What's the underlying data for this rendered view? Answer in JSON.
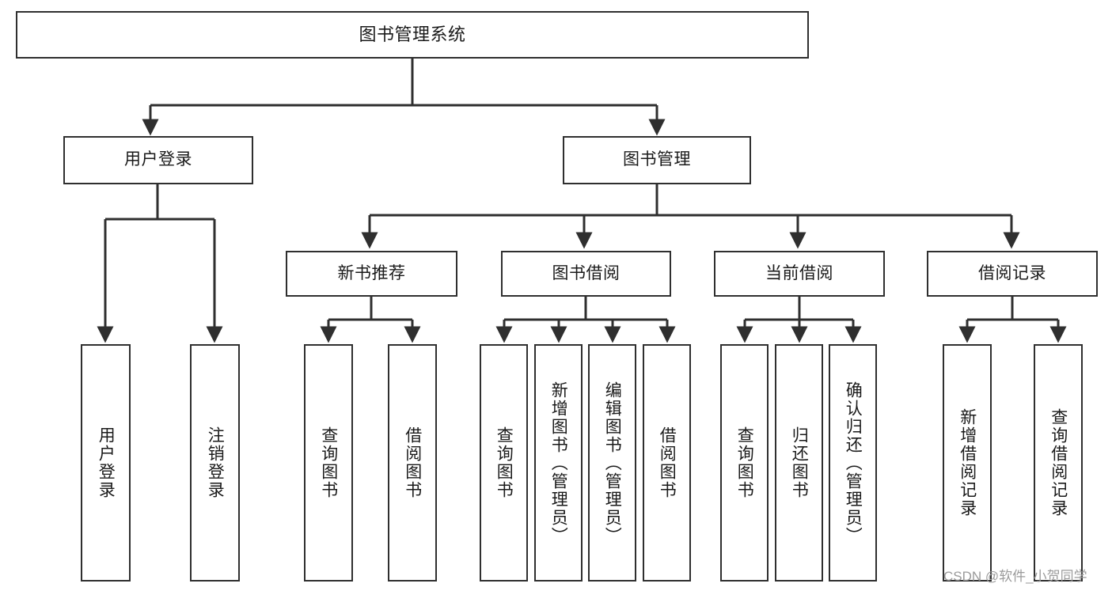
{
  "diagram": {
    "title": "图书管理系统",
    "type": "hierarchy-tree",
    "watermark": "CSDN @软件_小贺同学",
    "colors": {
      "box_border": "#2f2f2f",
      "box_fill": "#ffffff",
      "edge": "#2f2f2f",
      "text": "#1a1a1a",
      "watermark": "#9b9b9b"
    },
    "nodes": {
      "root": {
        "label": "图书管理系统",
        "level": 1,
        "orientation": "horizontal"
      },
      "l2": [
        {
          "id": "user-login",
          "label": "用户登录",
          "level": 2,
          "orientation": "horizontal"
        },
        {
          "id": "book-manage",
          "label": "图书管理",
          "level": 2,
          "orientation": "horizontal"
        }
      ],
      "l3": [
        {
          "id": "new-book-recommend",
          "label": "新书推荐",
          "level": 3,
          "orientation": "horizontal"
        },
        {
          "id": "book-borrow",
          "label": "图书借阅",
          "level": 3,
          "orientation": "horizontal"
        },
        {
          "id": "current-borrow",
          "label": "当前借阅",
          "level": 3,
          "orientation": "horizontal"
        },
        {
          "id": "borrow-record",
          "label": "借阅记录",
          "level": 3,
          "orientation": "horizontal"
        }
      ],
      "leaves": [
        {
          "id": "leaf-user-login",
          "label": "用户登录",
          "parent": "user-login",
          "orientation": "vertical"
        },
        {
          "id": "leaf-logout",
          "label": "注销登录",
          "parent": "user-login",
          "orientation": "vertical"
        },
        {
          "id": "leaf-query-book-1",
          "label": "查询图书",
          "parent": "new-book-recommend",
          "orientation": "vertical"
        },
        {
          "id": "leaf-borrow-book-1",
          "label": "借阅图书",
          "parent": "new-book-recommend",
          "orientation": "vertical"
        },
        {
          "id": "leaf-query-book-2",
          "label": "查询图书",
          "parent": "book-borrow",
          "orientation": "vertical"
        },
        {
          "id": "leaf-add-book",
          "label": "新增图书（管理员）",
          "parent": "book-borrow",
          "orientation": "vertical"
        },
        {
          "id": "leaf-edit-book",
          "label": "编辑图书（管理员）",
          "parent": "book-borrow",
          "orientation": "vertical"
        },
        {
          "id": "leaf-borrow-book-2",
          "label": "借阅图书",
          "parent": "book-borrow",
          "orientation": "vertical"
        },
        {
          "id": "leaf-query-book-3",
          "label": "查询图书",
          "parent": "current-borrow",
          "orientation": "vertical"
        },
        {
          "id": "leaf-return-book",
          "label": "归还图书",
          "parent": "current-borrow",
          "orientation": "vertical"
        },
        {
          "id": "leaf-confirm-return",
          "label": "确认归还（管理员）",
          "parent": "current-borrow",
          "orientation": "vertical"
        },
        {
          "id": "leaf-add-record",
          "label": "新增借阅记录",
          "parent": "borrow-record",
          "orientation": "vertical"
        },
        {
          "id": "leaf-query-record",
          "label": "查询借阅记录",
          "parent": "borrow-record",
          "orientation": "vertical"
        }
      ]
    }
  }
}
